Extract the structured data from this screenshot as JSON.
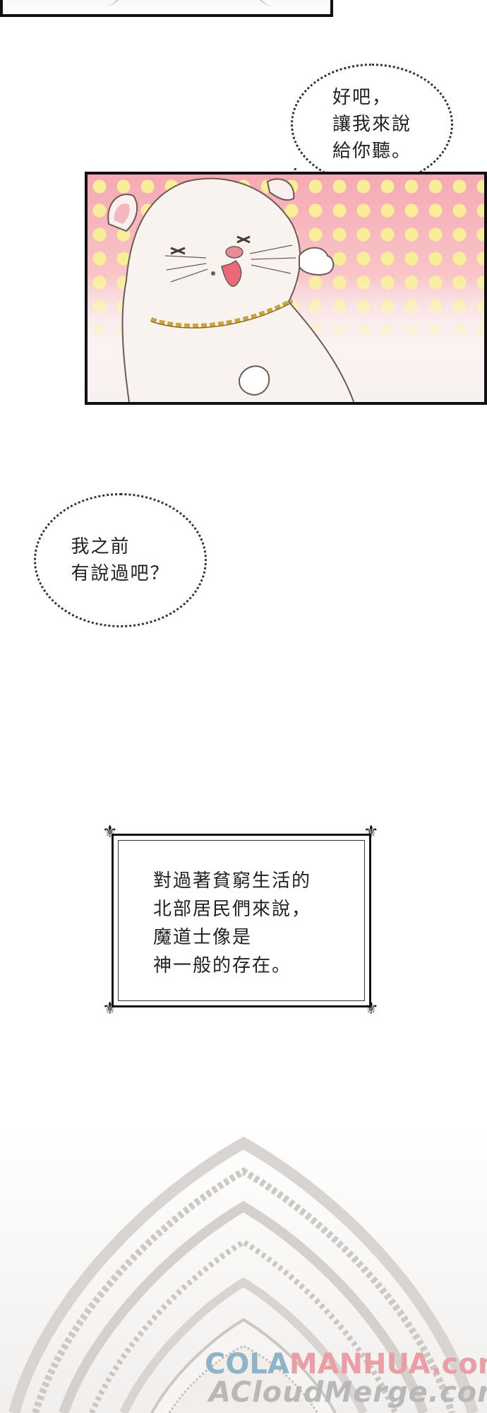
{
  "bubbles": {
    "first": {
      "lines": [
        "好吧，",
        "讓我來說",
        "給你聽。"
      ]
    },
    "second": {
      "lines": [
        "我之前",
        "有說過吧？"
      ]
    }
  },
  "narration": {
    "lines": [
      "對過著貧窮生活的",
      "北部居民們來說，",
      "魔道士像是",
      "神一般的存在。"
    ]
  },
  "watermark": {
    "line1_part1": "COLA",
    "line1_part2": "MANHUA.com",
    "line2": "ACloudMerge.com"
  },
  "colors": {
    "panel_pink": "#f6a9b4",
    "polka_yellow": "#f8ee9a",
    "watermark_blue": "#8fb3c9",
    "watermark_red": "#e8a0a6"
  }
}
